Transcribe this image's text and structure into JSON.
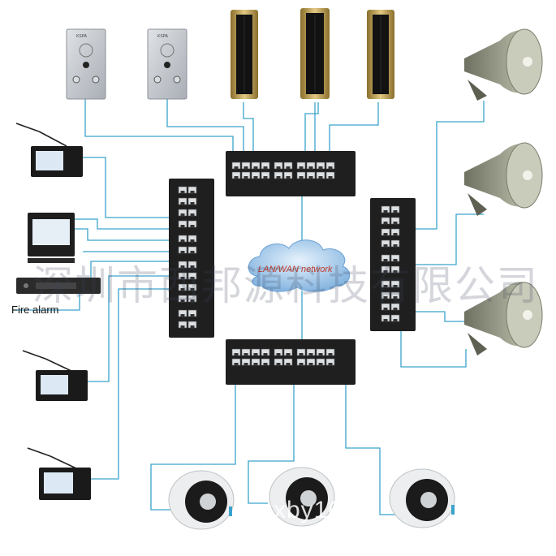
{
  "labels": {
    "fire_alarm": "Fire alarm",
    "network": "LAN/WAN network",
    "watermark_cn": "深圳市西邦源科技有限公司",
    "watermark_en": "szxby1688",
    "panel_brand": "KSPA"
  },
  "colors": {
    "link": "#3aa3cc",
    "switch": "#1f1f1f",
    "cloud": "#9fc6ea",
    "panel": "#c9ccd1"
  },
  "icons": [
    "intercom-panel-icon",
    "column-speaker-icon",
    "horn-speaker-icon",
    "paging-microphone-icon",
    "pc-host-icon",
    "amplifier-icon",
    "ceiling-speaker-icon",
    "network-switch-icon",
    "cloud-icon"
  ]
}
